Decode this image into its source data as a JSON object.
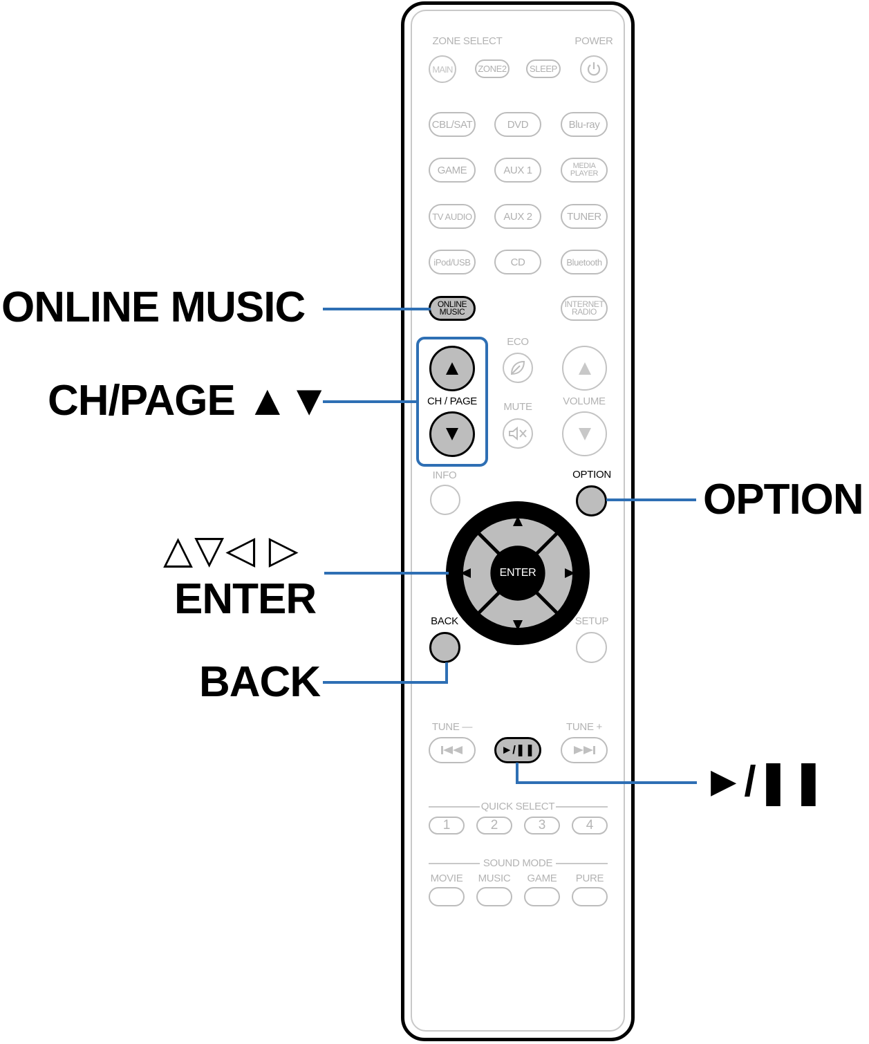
{
  "remote": {
    "zone_select": "ZONE SELECT",
    "power": "POWER",
    "zone_buttons": [
      "MAIN",
      "ZONE2",
      "SLEEP"
    ],
    "sources": [
      [
        "CBL/SAT",
        "DVD",
        "Blu-ray"
      ],
      [
        "GAME",
        "AUX 1",
        "MEDIA PLAYER"
      ],
      [
        "TV AUDIO",
        "AUX 2",
        "TUNER"
      ],
      [
        "iPod/USB",
        "CD",
        "Bluetooth"
      ]
    ],
    "online_music": [
      "ONLINE",
      "MUSIC"
    ],
    "internet_radio": [
      "INTERNET",
      "RADIO"
    ],
    "eco": "ECO",
    "ch_page": "CH / PAGE",
    "mute": "MUTE",
    "volume": "VOLUME",
    "info": "INFO",
    "option": "OPTION",
    "enter": "ENTER",
    "back": "BACK",
    "setup": "SETUP",
    "tune_minus": "TUNE —",
    "tune_plus": "TUNE +",
    "play_pause": "►/❚❚",
    "quick_select": "QUICK SELECT",
    "quick_buttons": [
      "1",
      "2",
      "3",
      "4"
    ],
    "sound_mode": "SOUND MODE",
    "sound_modes": [
      "MOVIE",
      "MUSIC",
      "GAME",
      "PURE"
    ]
  },
  "callouts": {
    "online_music": "ONLINE MUSIC",
    "ch_page": "CH/PAGE ▲▼",
    "arrows": "△▽◁ ▷",
    "enter": "ENTER",
    "back": "BACK",
    "option": "OPTION",
    "play_pause": "►/❚❚"
  },
  "colors": {
    "leader": "#2e6fb4",
    "highlight_button": "#bdbdbd",
    "inactive": "#bcbcbc"
  }
}
